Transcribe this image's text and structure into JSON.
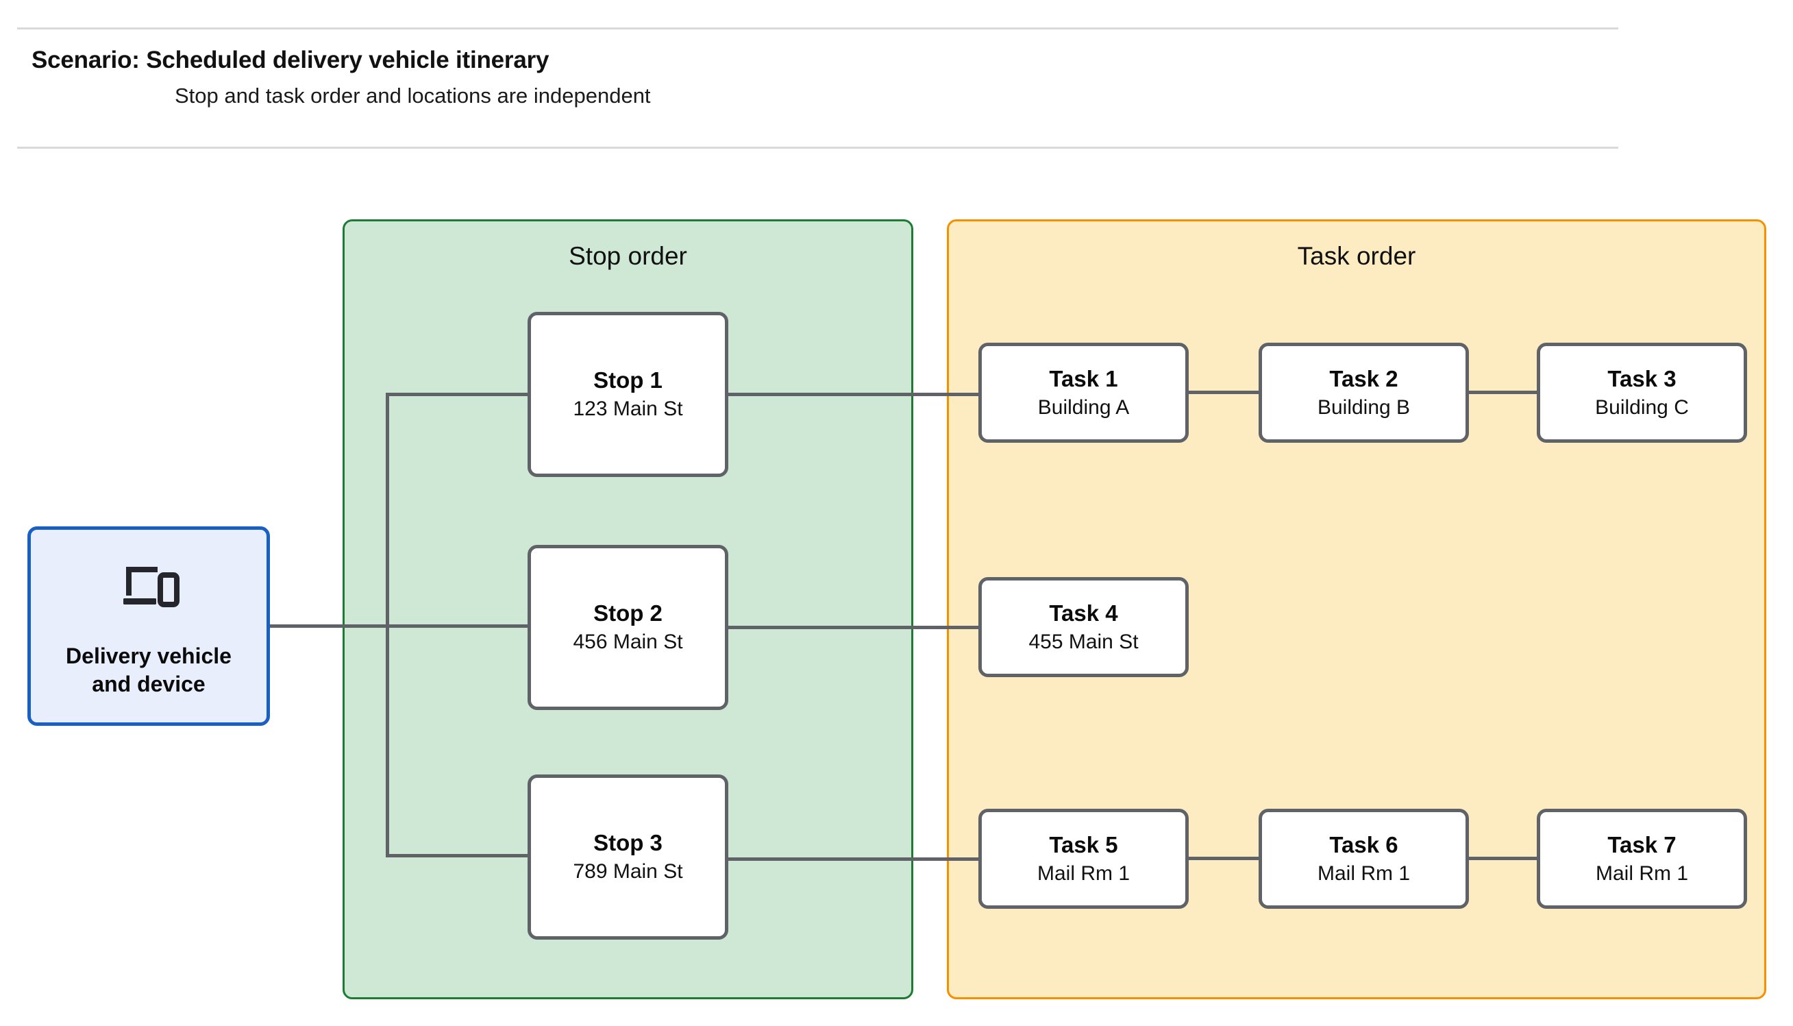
{
  "header": {
    "title": "Scenario: Scheduled delivery vehicle itinerary",
    "subtitle": "Stop and task order and locations are independent"
  },
  "vehicle": {
    "icon": "devices-icon",
    "label": "Delivery vehicle\nand device",
    "border_color": "#1a5fc4",
    "fill_color": "#e8eefc"
  },
  "groups": {
    "stop": {
      "title": "Stop order",
      "border_color": "#1e7b34",
      "fill_color": "#cfe8d5"
    },
    "task": {
      "title": "Task order",
      "border_color": "#f59100",
      "fill_color": "#fdecc1"
    }
  },
  "stops": [
    {
      "title": "Stop 1",
      "location": "123 Main St"
    },
    {
      "title": "Stop 2",
      "location": "456 Main St"
    },
    {
      "title": "Stop 3",
      "location": "789 Main St"
    }
  ],
  "task_rows": [
    {
      "tasks": [
        {
          "title": "Task 1",
          "location": "Building A"
        },
        {
          "title": "Task 2",
          "location": "Building B"
        },
        {
          "title": "Task 3",
          "location": "Building C"
        }
      ]
    },
    {
      "tasks": [
        {
          "title": "Task 4",
          "location": "455 Main St"
        }
      ]
    },
    {
      "tasks": [
        {
          "title": "Task 5",
          "location": "Mail Rm 1"
        },
        {
          "title": "Task 6",
          "location": "Mail Rm 1"
        },
        {
          "title": "Task 7",
          "location": "Mail Rm 1"
        }
      ]
    }
  ],
  "colors": {
    "node_border": "#5f6368",
    "node_fill": "#ffffff",
    "connector": "#5f6368",
    "rule": "#d9d9d9",
    "text": "#111111"
  }
}
